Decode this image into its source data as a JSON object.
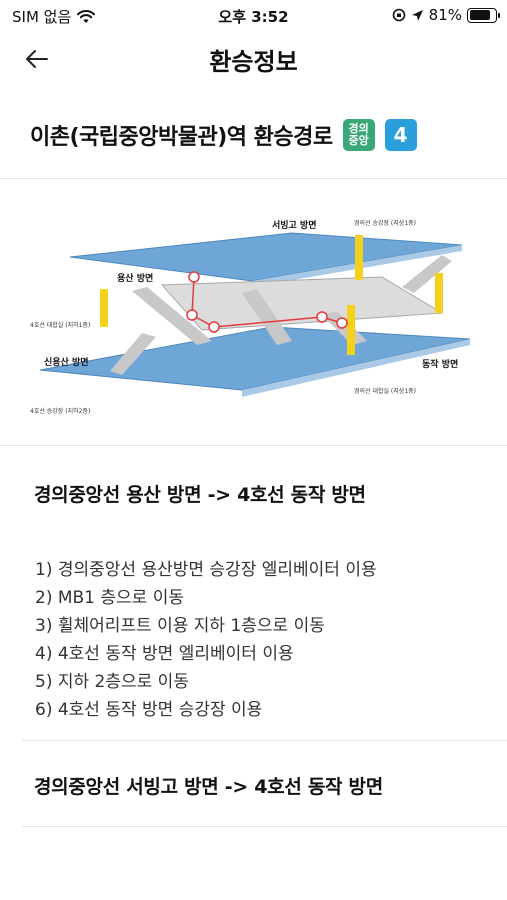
{
  "status_bar": {
    "carrier": "SIM 없음",
    "time": "오후 3:52",
    "battery": "81%",
    "battery_level": 0.81
  },
  "nav": {
    "title": "환승정보"
  },
  "station": {
    "name": "이촌(국립중앙박물관)역 환승경로",
    "line_gj_top": "경의",
    "line_gj_bottom": "중앙",
    "line_4": "4"
  },
  "colors": {
    "gyeongui": "#3aa776",
    "line4": "#2b9fdc"
  },
  "map": {
    "label_seobinggo": "서빙고 방면",
    "label_yongsan": "용산 방면",
    "label_sinyongsan": "신용산 방면",
    "label_dongjak": "동작 방면",
    "platform_gj_upper": "경의선 승강장 (지상1층)",
    "platform_gj_lower": "경의선 대합실 (지상1층)",
    "platform_4_upper": "4호선 대합실 (지하1층)",
    "platform_4_lower": "4호선 승강장 (지하2층)"
  },
  "routes": [
    {
      "title": "경의중앙선 용산 방면 -> 4호선 동작 방면",
      "steps": [
        "1) 경의중앙선 용산방면 승강장 엘리베이터 이용",
        "2) MB1 층으로 이동",
        "3) 휠체어리프트 이용 지하 1층으로 이동",
        "4) 4호선 동작 방면 엘리베이터 이용",
        "5) 지하 2층으로 이동",
        "6) 4호선 동작 방면 승강장 이용"
      ]
    },
    {
      "title": "경의중앙선 서빙고 방면 -> 4호선 동작 방면"
    }
  ]
}
